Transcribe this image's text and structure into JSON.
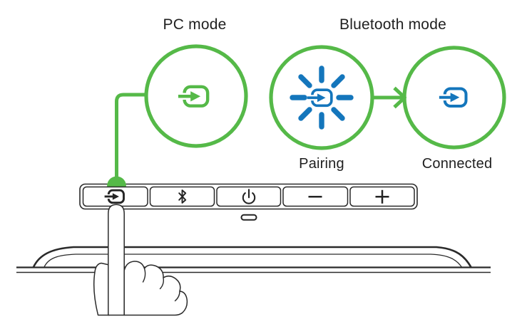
{
  "colors": {
    "green": "#55B948",
    "blue": "#1476BC",
    "ink": "#242424",
    "line": "#2a2a2a",
    "text": "#1f1f1f",
    "bg": "#ffffff"
  },
  "labels": {
    "pc_mode": "PC mode",
    "bluetooth_mode": "Bluetooth mode",
    "pairing": "Pairing",
    "connected": "Connected"
  },
  "indicators": [
    {
      "id": "pc-mode",
      "icon": "source-icon",
      "icon_color": "green",
      "blinking": false
    },
    {
      "id": "bluetooth-pairing",
      "icon": "source-icon",
      "icon_color": "blue",
      "blinking": true
    },
    {
      "id": "bluetooth-connected",
      "icon": "source-icon",
      "icon_color": "blue",
      "blinking": false
    }
  ],
  "control_strip": {
    "buttons": [
      {
        "name": "source-button",
        "icon": "source-icon"
      },
      {
        "name": "bluetooth-button",
        "icon": "bluetooth-icon"
      },
      {
        "name": "power-button",
        "icon": "power-icon"
      },
      {
        "name": "volume-down-button",
        "icon": "minus-icon"
      },
      {
        "name": "volume-up-button",
        "icon": "plus-icon"
      }
    ]
  },
  "icons": {
    "source": "arrow-into-box",
    "bluetooth": "ᛒ",
    "power": "⏻",
    "minus": "−",
    "plus": "+"
  }
}
